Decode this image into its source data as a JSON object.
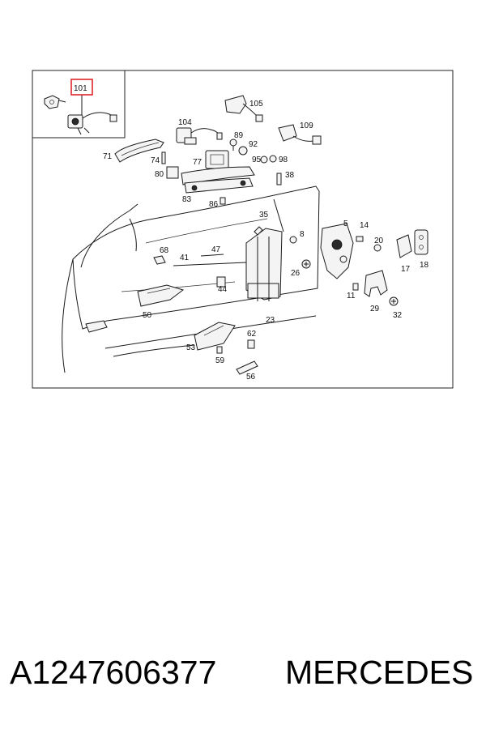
{
  "diagram": {
    "callouts": {
      "c101": "101",
      "c105": "105",
      "c104": "104",
      "c109": "109",
      "c89": "89",
      "c92": "92",
      "c71": "71",
      "c74": "74",
      "c77": "77",
      "c95": "95",
      "c98": "98",
      "c80": "80",
      "c38": "38",
      "c83": "83",
      "c86": "86",
      "c35": "35",
      "c5": "5",
      "c14": "14",
      "c8": "8",
      "c20": "20",
      "c68": "68",
      "c47": "47",
      "c41": "41",
      "c26": "26",
      "c17": "17",
      "c18": "18",
      "c44": "44",
      "c11": "11",
      "c29": "29",
      "c50": "50",
      "c32": "32",
      "c23": "23",
      "c62": "62",
      "c53": "53",
      "c59": "59",
      "c56": "56"
    },
    "highlight_color": "#e0262b"
  },
  "caption": {
    "part_number": "A1247606377",
    "brand": "MERCEDES"
  }
}
